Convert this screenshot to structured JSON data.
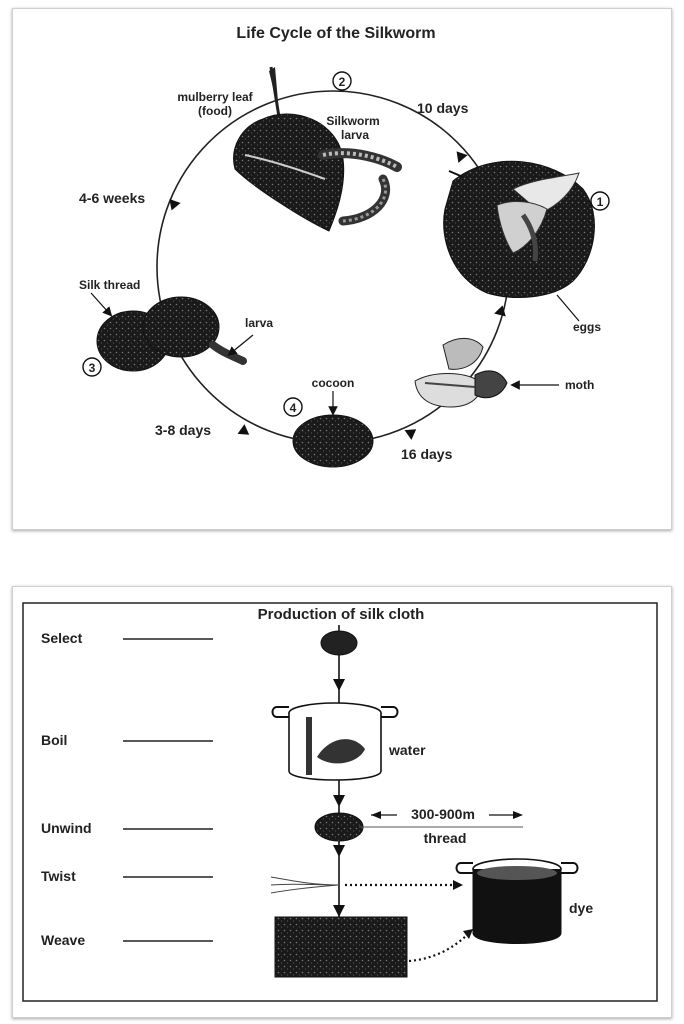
{
  "life_cycle": {
    "title": "Life Cycle of the Silkworm",
    "stage_numbers": [
      "1",
      "2",
      "3",
      "4"
    ],
    "labels": {
      "mulberry_leaf_line1": "mulberry leaf",
      "mulberry_leaf_line2": "(food)",
      "silkworm_larva_line1": "Silkworm",
      "silkworm_larva_line2": "larva",
      "silk_thread": "Silk thread",
      "larva": "larva",
      "cocoon": "cocoon",
      "moth": "moth",
      "eggs": "eggs"
    },
    "durations": {
      "ten_days": "10 days",
      "four_six_weeks": "4-6 weeks",
      "three_eight_days": "3-8 days",
      "sixteen_days": "16 days"
    }
  },
  "production": {
    "title": "Production of silk cloth",
    "steps": [
      "Select",
      "Boil",
      "Unwind",
      "Twist",
      "Weave"
    ],
    "water": "water",
    "thread_length": "300-900m",
    "thread": "thread",
    "dye": "dye"
  }
}
